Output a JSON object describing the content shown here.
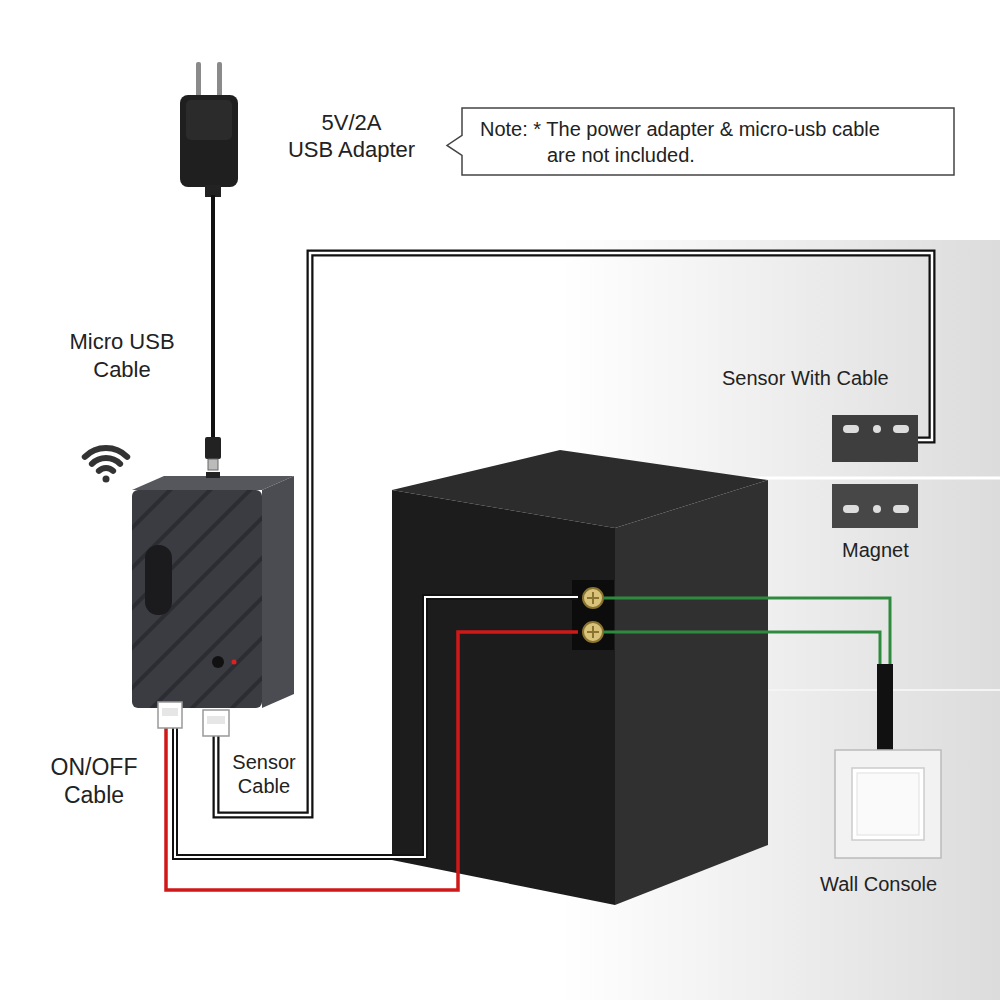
{
  "diagram": {
    "nodes": [
      {
        "text": [
          "Note: * The power adapter & micro-usb cable are not included."
        ]
      }
    ],
    "labels": [
      "5V/2A USB Adapter",
      "Micro USB Cable",
      "Sensor With Cable",
      "Magnet",
      "ON/OFF Cable",
      "Sensor Cable",
      "Wall Console"
    ]
  }
}
